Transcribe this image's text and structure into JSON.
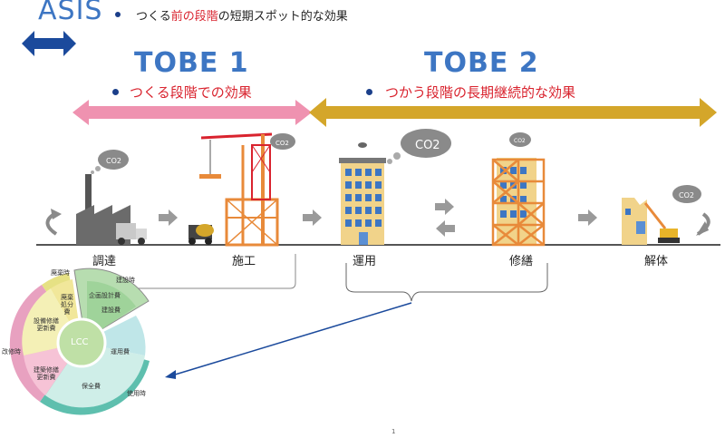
{
  "header": {
    "asis_title": "ASIS",
    "asis_desc_prefix": "つくる",
    "asis_desc_highlight": "前の段階",
    "asis_desc_suffix": "の短期スポット的な効果"
  },
  "tobe1": {
    "title": "TOBE 1",
    "desc": "つくる段階での効果"
  },
  "tobe2": {
    "title": "TOBE 2",
    "desc": "つかう段階の長期継続的な効果"
  },
  "stages": [
    "調達",
    "施工",
    "運用",
    "修繕",
    "解体"
  ],
  "co2_label": "CO2",
  "lcc": {
    "center": "LCC",
    "phases": [
      "廃棄時",
      "建設時",
      "使用時",
      "改修時"
    ],
    "segments": [
      "企画設計費",
      "建設費",
      "運用費",
      "保全費",
      "建築修繕更新費",
      "設備修繕更新費",
      "廃棄処分費"
    ]
  },
  "page_number": "1",
  "colors": {
    "title_blue": "#3d76c3",
    "accent_red": "#d9232e",
    "tobe1_arrow": "#ef92b0",
    "tobe2_arrow": "#d4a62a",
    "asis_arrow": "#1b4a9c",
    "building_orange": "#e88a3a"
  }
}
